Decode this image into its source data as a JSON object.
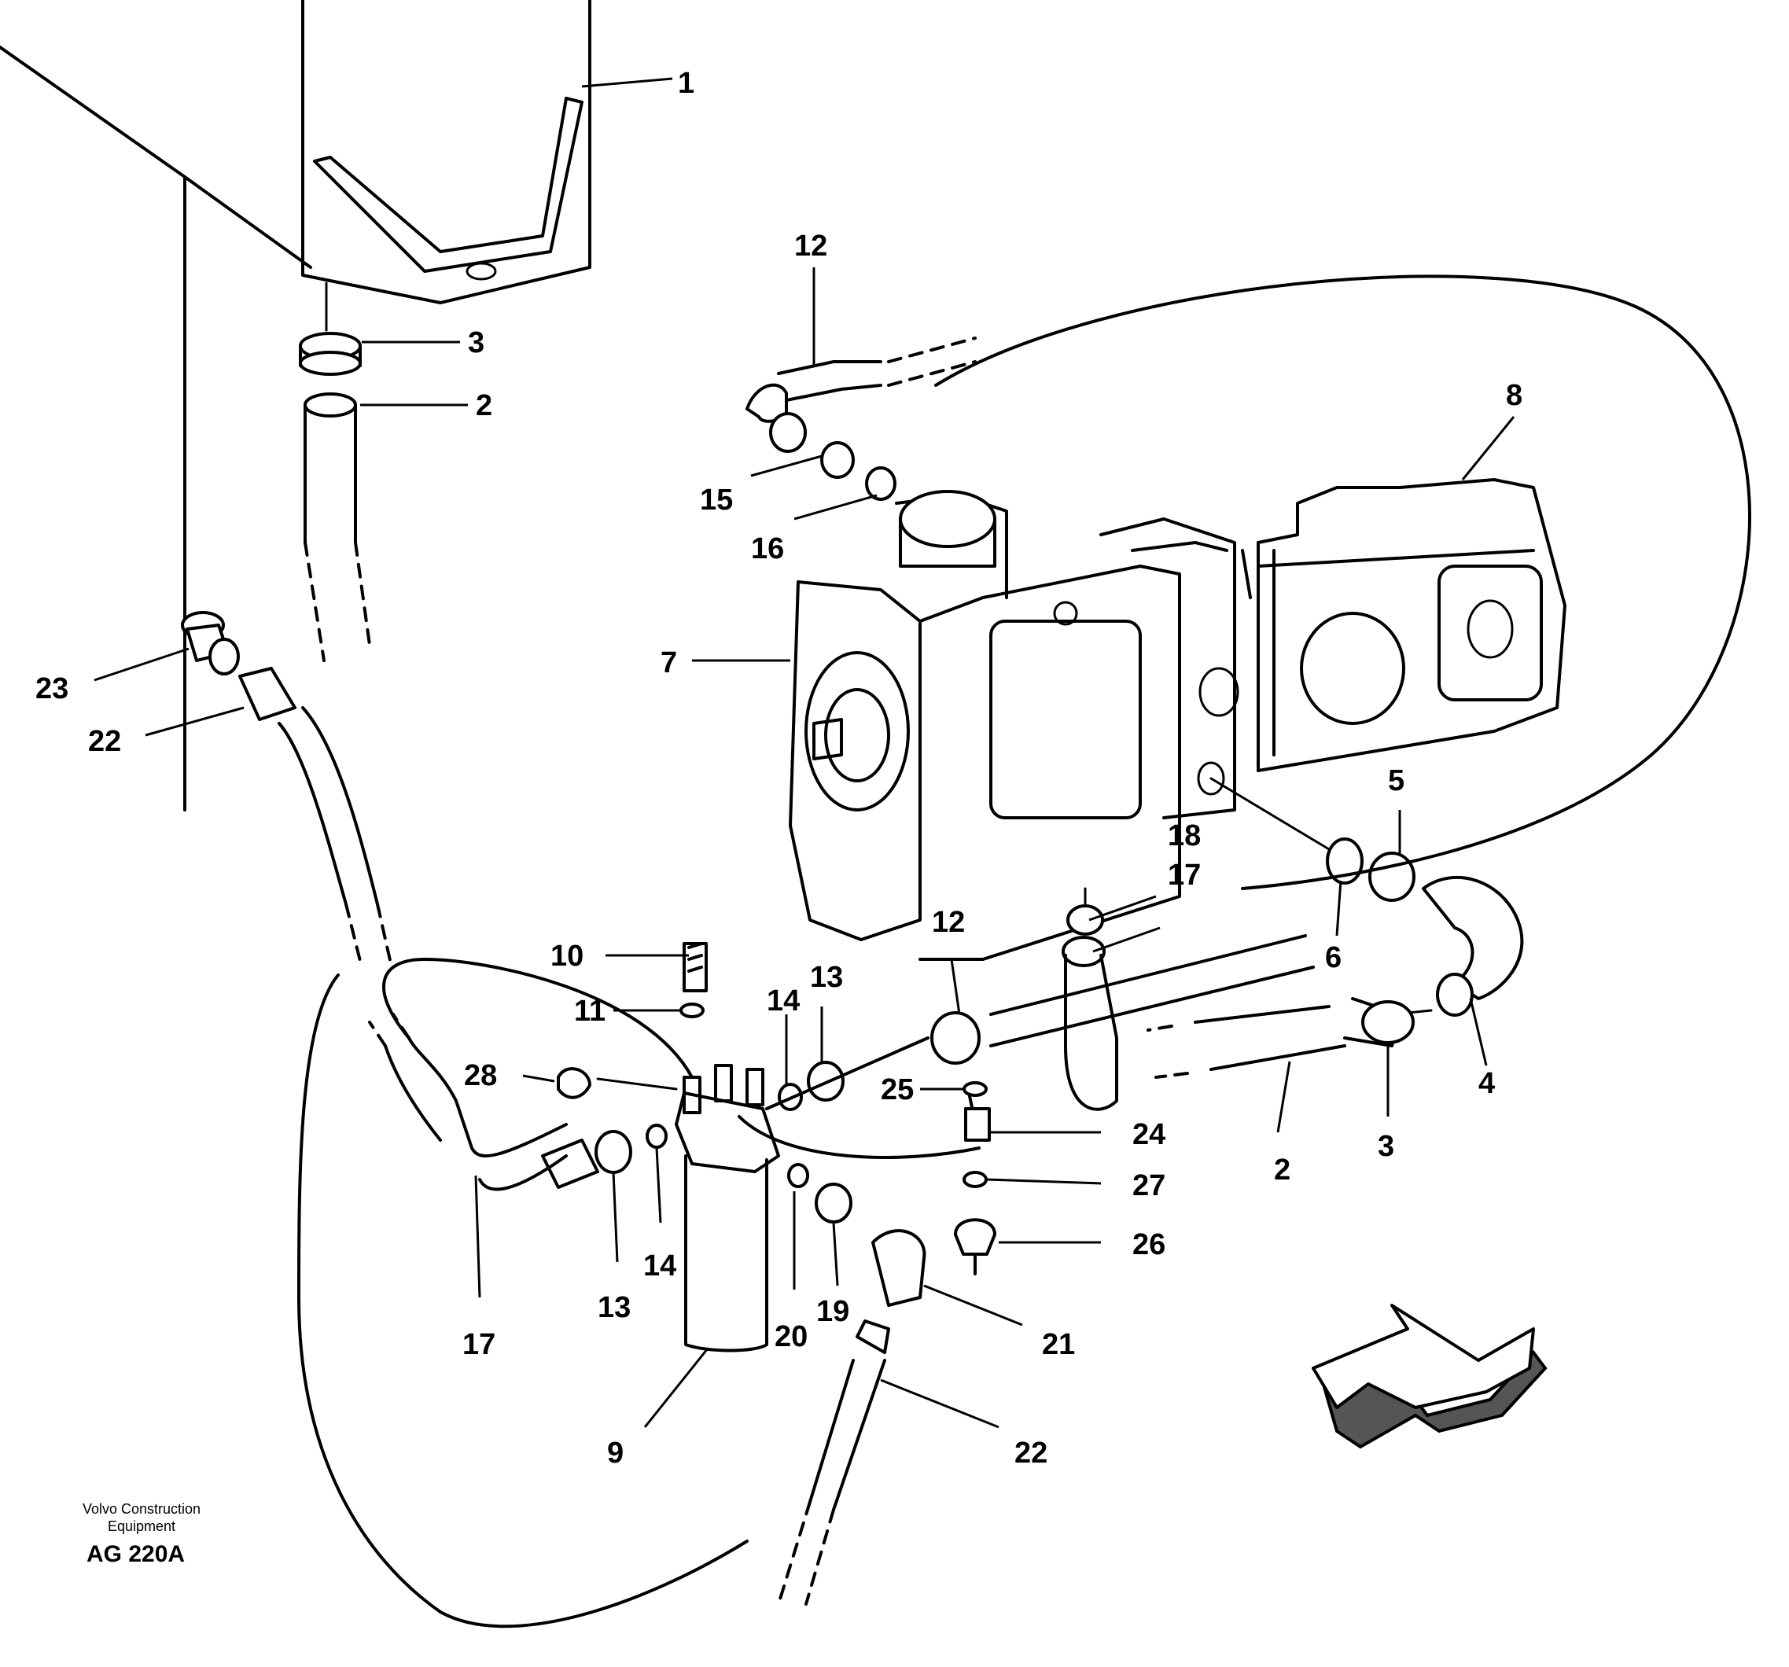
{
  "callouts": {
    "c1": "1",
    "c2a": "2",
    "c2b": "2",
    "c3a": "3",
    "c3b": "3",
    "c4": "4",
    "c5": "5",
    "c6": "6",
    "c7": "7",
    "c8": "8",
    "c9": "9",
    "c10": "10",
    "c11": "11",
    "c12a": "12",
    "c12b": "12",
    "c13a": "13",
    "c13b": "13",
    "c14a": "14",
    "c14b": "14",
    "c15": "15",
    "c16": "16",
    "c17a": "17",
    "c17b": "17",
    "c18": "18",
    "c19": "19",
    "c20": "20",
    "c21": "21",
    "c22a": "22",
    "c22b": "22",
    "c23": "23",
    "c24": "24",
    "c25": "25",
    "c26": "26",
    "c27": "27",
    "c28": "28"
  },
  "footer": {
    "company_line1": "Volvo Construction",
    "company_line2": "Equipment",
    "drawing_code": "AG 220A"
  }
}
